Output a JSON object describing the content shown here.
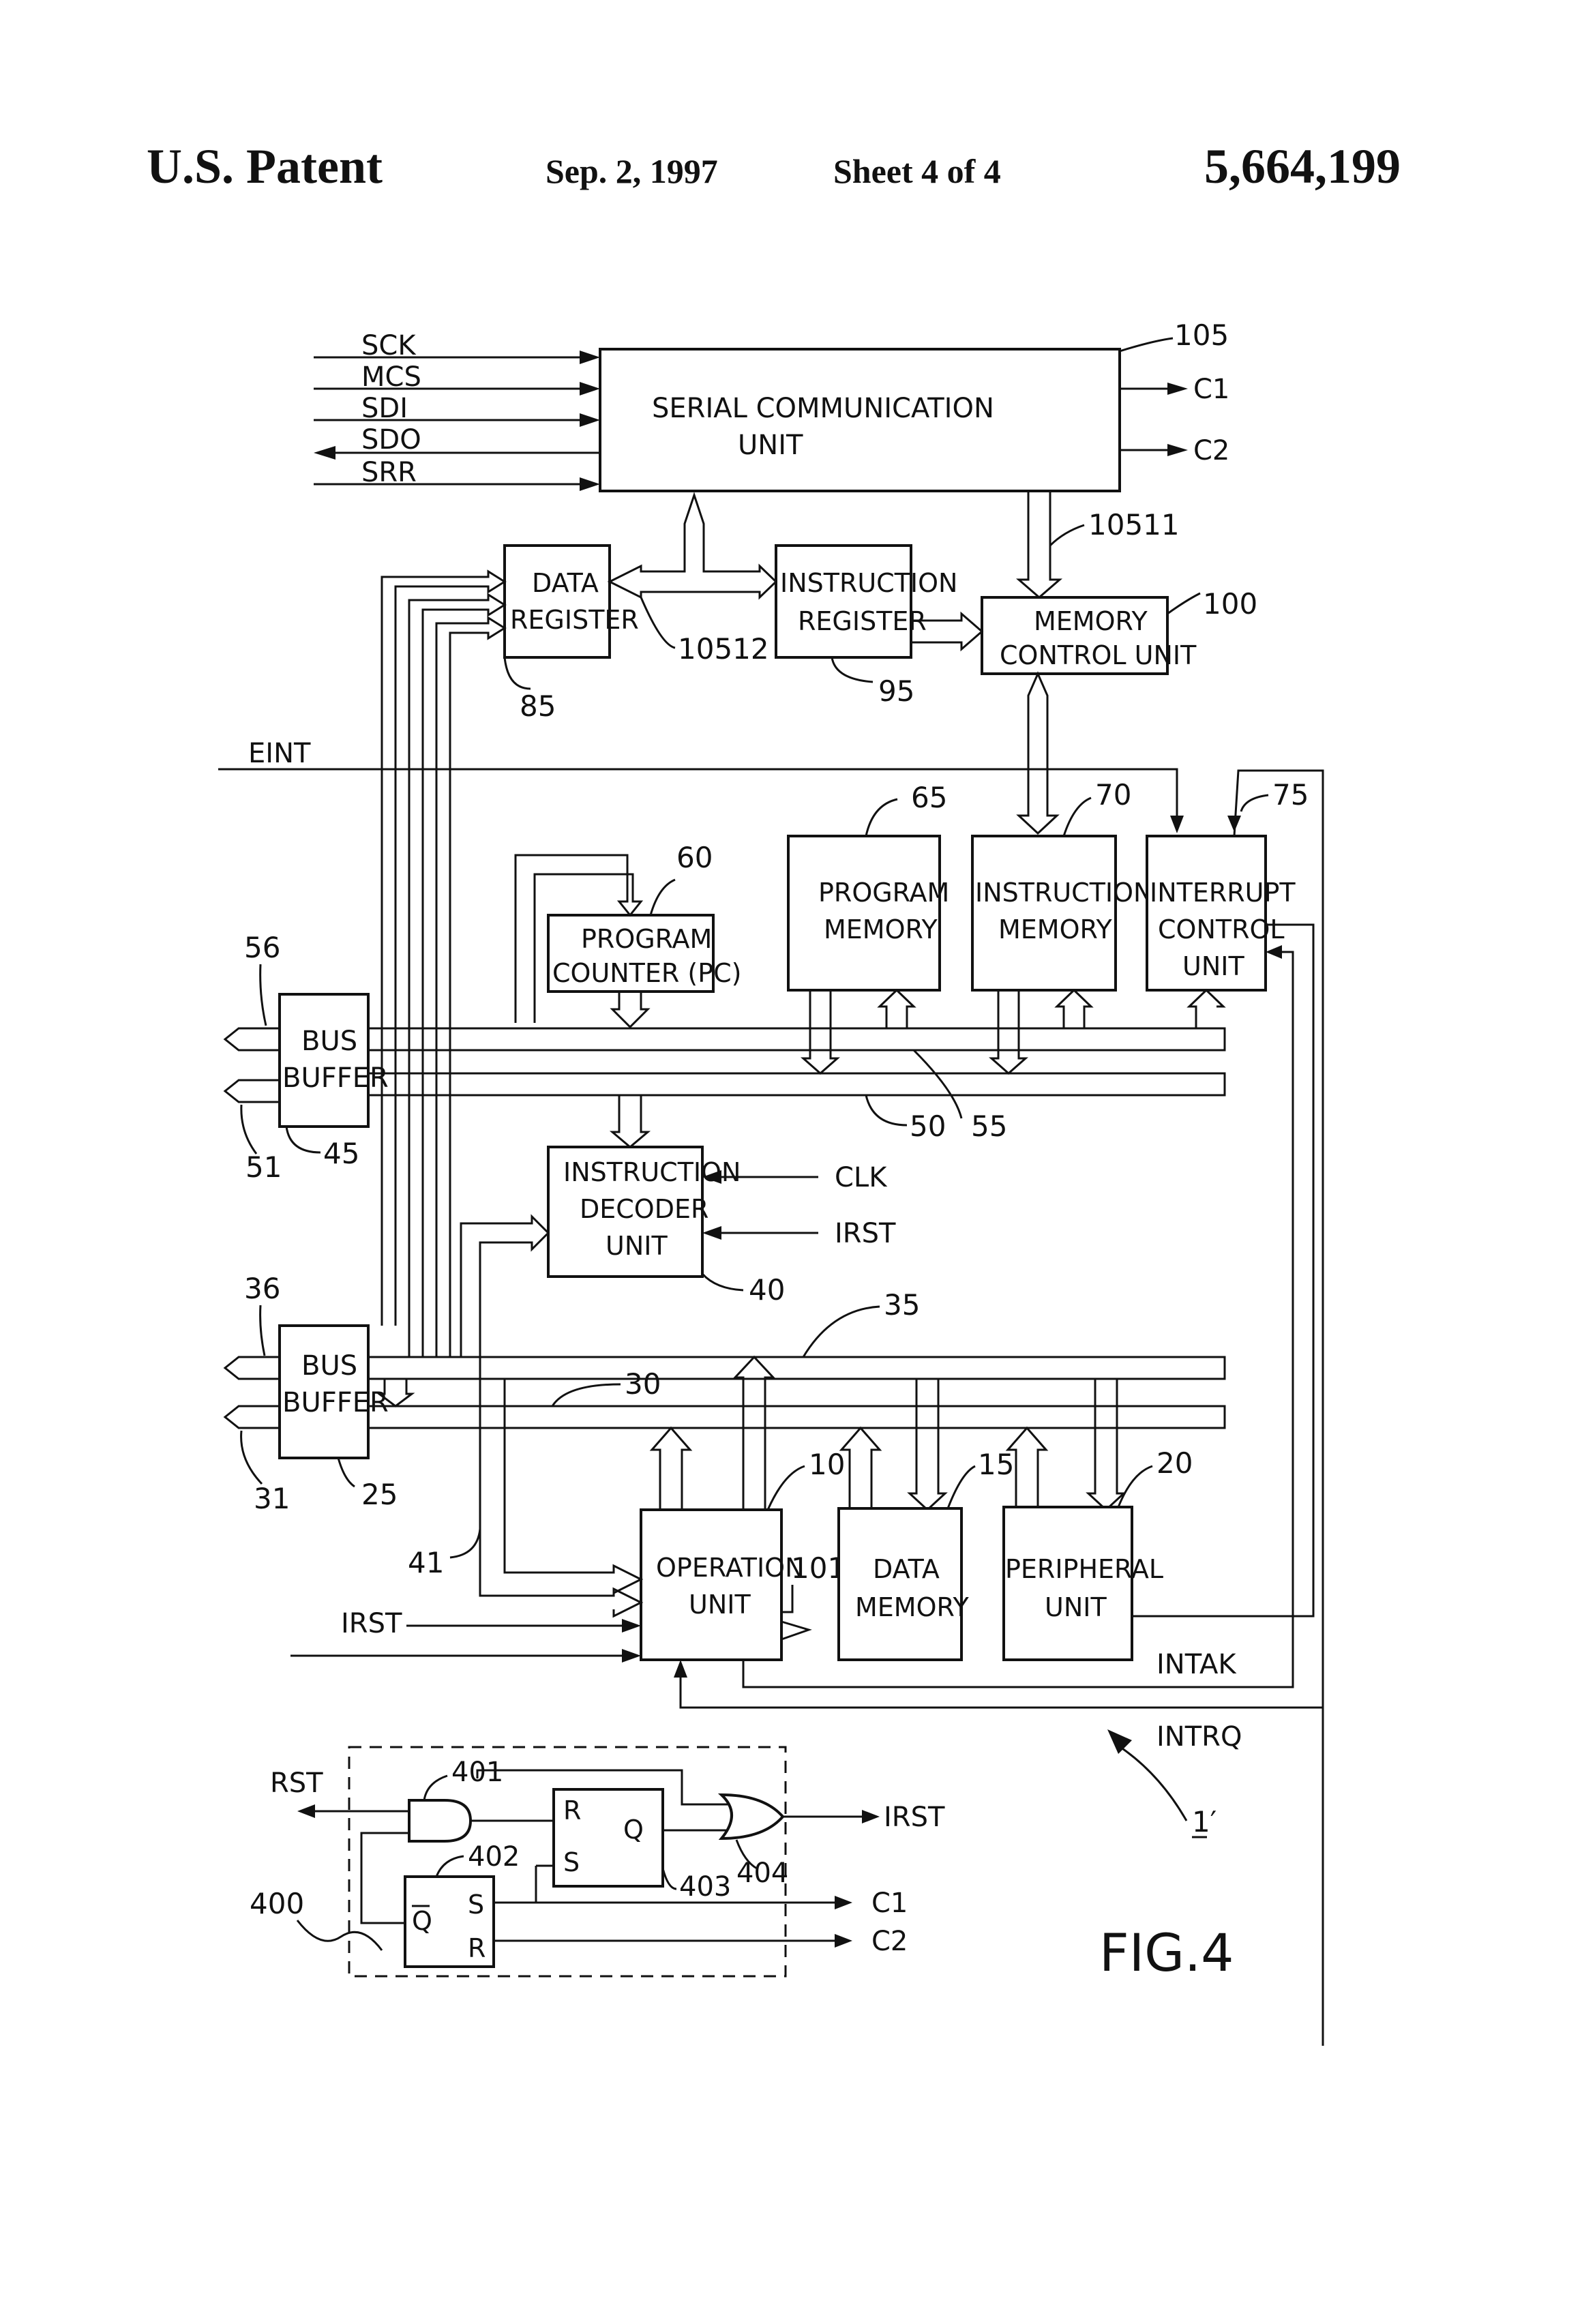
{
  "header": {
    "patent": "U.S. Patent",
    "date": "Sep. 2, 1997",
    "sheet": "Sheet 4 of 4",
    "number": "5,664,199"
  },
  "blocks": {
    "scu": [
      "SERIAL COMMUNICATION",
      "UNIT"
    ],
    "data_register": [
      "DATA",
      "REGISTER"
    ],
    "instruction_register": [
      "INSTRUCTION",
      "REGISTER"
    ],
    "memory_control": [
      "MEMORY",
      "CONTROL UNIT"
    ],
    "program_counter": [
      "PROGRAM",
      "COUNTER (PC)"
    ],
    "program_memory": [
      "PROGRAM",
      "MEMORY"
    ],
    "instruction_memory": [
      "INSTRUCTION",
      "MEMORY"
    ],
    "interrupt_control": [
      "INTERRUPT",
      "CONTROL",
      "UNIT"
    ],
    "bus_buffer_upper": [
      "BUS",
      "BUFFER"
    ],
    "bus_buffer_lower": [
      "BUS",
      "BUFFER"
    ],
    "instruction_decoder": [
      "INSTRUCTION",
      "DECODER",
      "UNIT"
    ],
    "operation_unit": [
      "OPERATION",
      "UNIT"
    ],
    "data_memory": [
      "DATA",
      "MEMORY"
    ],
    "peripheral_unit": [
      "PERIPHERAL",
      "UNIT"
    ]
  },
  "signals": {
    "sck": "SCK",
    "mcs": "MCS",
    "sdi": "SDI",
    "sdo": "SDO",
    "srr": "SRR",
    "c1": "C1",
    "c2": "C2",
    "eint": "EINT",
    "clk": "CLK",
    "irst": "IRST",
    "intak": "INTAK",
    "intrq": "INTRQ",
    "rst": "RST",
    "r": "R",
    "s": "S",
    "q": "Q",
    "qbar": "Q"
  },
  "refs": {
    "r105": "105",
    "r10511": "10511",
    "r10512": "10512",
    "r100": "100",
    "r85": "85",
    "r95": "95",
    "r65": "65",
    "r70": "70",
    "r75": "75",
    "r60": "60",
    "r56": "56",
    "r51": "51",
    "r45": "45",
    "r50": "50",
    "r55": "55",
    "r40": "40",
    "r35": "35",
    "r36": "36",
    "r30": "30",
    "r31": "31",
    "r25": "25",
    "r10": "10",
    "r15": "15",
    "r20": "20",
    "r41": "41",
    "r101": "101",
    "r401": "401",
    "r402": "402",
    "r403": "403",
    "r404": "404",
    "r400": "400",
    "r1p": "1′"
  },
  "figure_label": "FIG.4"
}
